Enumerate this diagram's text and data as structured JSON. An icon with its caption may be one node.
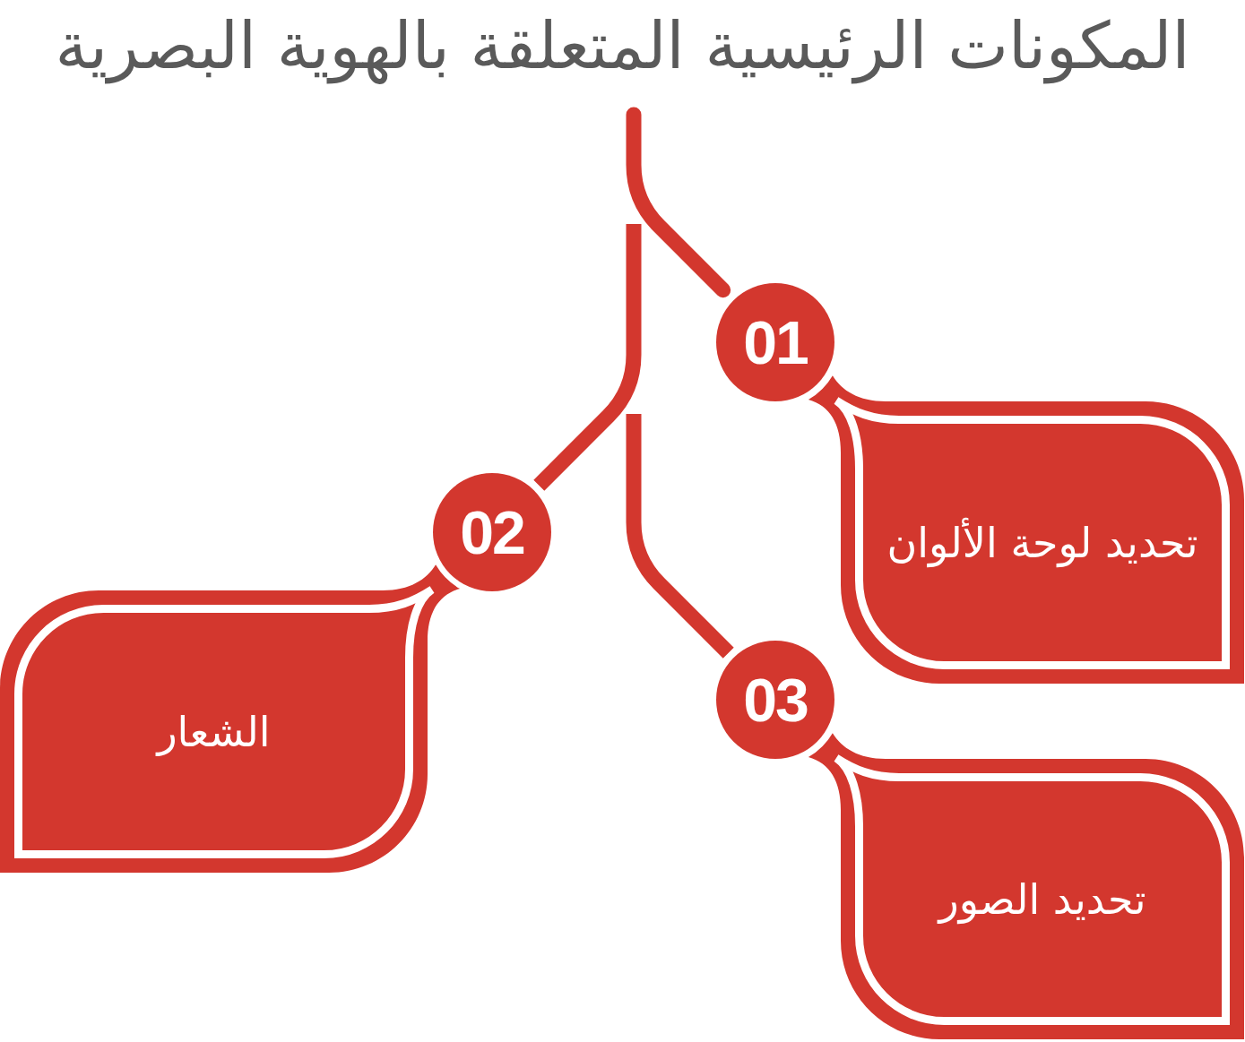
{
  "diagram": {
    "title": "المكونات الرئيسية المتعلقة بالهوية البصرية",
    "nodes": [
      {
        "text": [
          "01"
        ]
      },
      {
        "text": [
          "تحديد لوحة الألوان"
        ]
      },
      {
        "text": [
          "02"
        ]
      },
      {
        "text": [
          "الشعار"
        ]
      },
      {
        "text": [
          "03"
        ]
      },
      {
        "text": [
          "تحديد الصور"
        ]
      }
    ],
    "edges": [
      {
        "from": null,
        "to": 0,
        "arrow": "none"
      },
      {
        "from": null,
        "to": 2,
        "arrow": "none"
      },
      {
        "from": null,
        "to": 4,
        "arrow": "none"
      }
    ]
  }
}
